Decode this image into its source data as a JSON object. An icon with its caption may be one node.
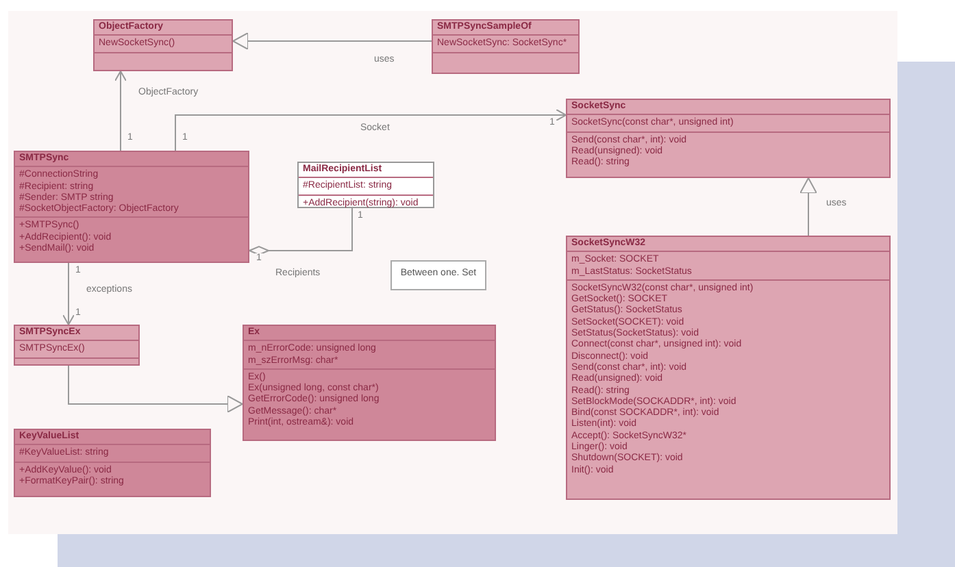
{
  "diagram": {
    "nodes": [
      {
        "text": [
          "ObjectFactory",
          "NewSocketSync()"
        ]
      },
      {
        "text": [
          "SMTPSyncSampleOf",
          "NewSocketSync: SocketSync*"
        ]
      },
      {
        "text": [
          "SocketSync",
          "SocketSync(const char*, unsigned int)",
          "Send(const char*, int): void",
          "Read(unsigned): void",
          "Read(): string"
        ]
      },
      {
        "text": [
          "SMTPSync",
          "#ConnectionString",
          "#Recipient: string",
          "#Sender: SMTP string",
          "#SocketObjectFactory: ObjectFactory",
          "+SMTPSync()",
          "+AddRecipient(): void",
          "+SendMail(): void"
        ]
      },
      {
        "text": [
          "MailRecipientList",
          "#RecipientList: string",
          "+AddRecipient(string): void"
        ]
      },
      {
        "text": [
          "Between one. Set"
        ]
      },
      {
        "text": [
          "SMTPSyncEx",
          "SMTPSyncEx()"
        ]
      },
      {
        "text": [
          "Ex",
          "m_nErrorCode: unsigned long",
          "m_szErrorMsg: char*",
          "Ex()",
          "Ex(unsigned long, const char*)",
          "GetErrorCode(): unsigned long",
          "GetMessage(): char*",
          "Print(int, ostream&): void"
        ]
      },
      {
        "text": [
          "KeyValueList",
          "#KeyValueList: string",
          "+AddKeyValue(): void",
          "+FormatKeyPair(): string"
        ]
      },
      {
        "text": [
          "SocketSyncW32",
          "m_Socket: SOCKET",
          "m_LastStatus: SocketStatus",
          "SocketSyncW32(const char*, unsigned int)",
          "GetSocket(): SOCKET",
          "GetStatus(): SocketStatus",
          "SetSocket(SOCKET): void",
          "SetStatus(SocketStatus): void",
          "Connect(const char*, unsigned int): void",
          "Disconnect(): void",
          "Send(const char*, int): void",
          "Read(unsigned): void",
          "Read(): string",
          "SetBlockMode(SOCKADDR*, int): void",
          "Bind(const SOCKADDR*, int): void",
          "Listen(int): void",
          "Accept(): SocketSyncW32*",
          "Linger(): void",
          "Shutdown(SOCKET): void",
          "Init(): void"
        ]
      }
    ],
    "edges": [
      {
        "from": 1,
        "to": 0,
        "arrow": "to",
        "label": "uses"
      },
      {
        "from": 3,
        "to": 0,
        "arrow": "to",
        "label": "ObjectFactory"
      },
      {
        "from": 3,
        "to": 2,
        "arrow": "to",
        "label": "Socket"
      },
      {
        "from": 3,
        "to": 4,
        "arrow": "other",
        "label": "Recipients"
      },
      {
        "from": 3,
        "to": 6,
        "arrow": "to",
        "label": "exceptions"
      },
      {
        "from": 6,
        "to": 7,
        "arrow": "to"
      },
      {
        "from": 9,
        "to": 2,
        "arrow": "to",
        "label": "uses"
      }
    ],
    "labels": [
      "1",
      "1",
      "1",
      "1",
      "1",
      "1",
      "1"
    ]
  }
}
